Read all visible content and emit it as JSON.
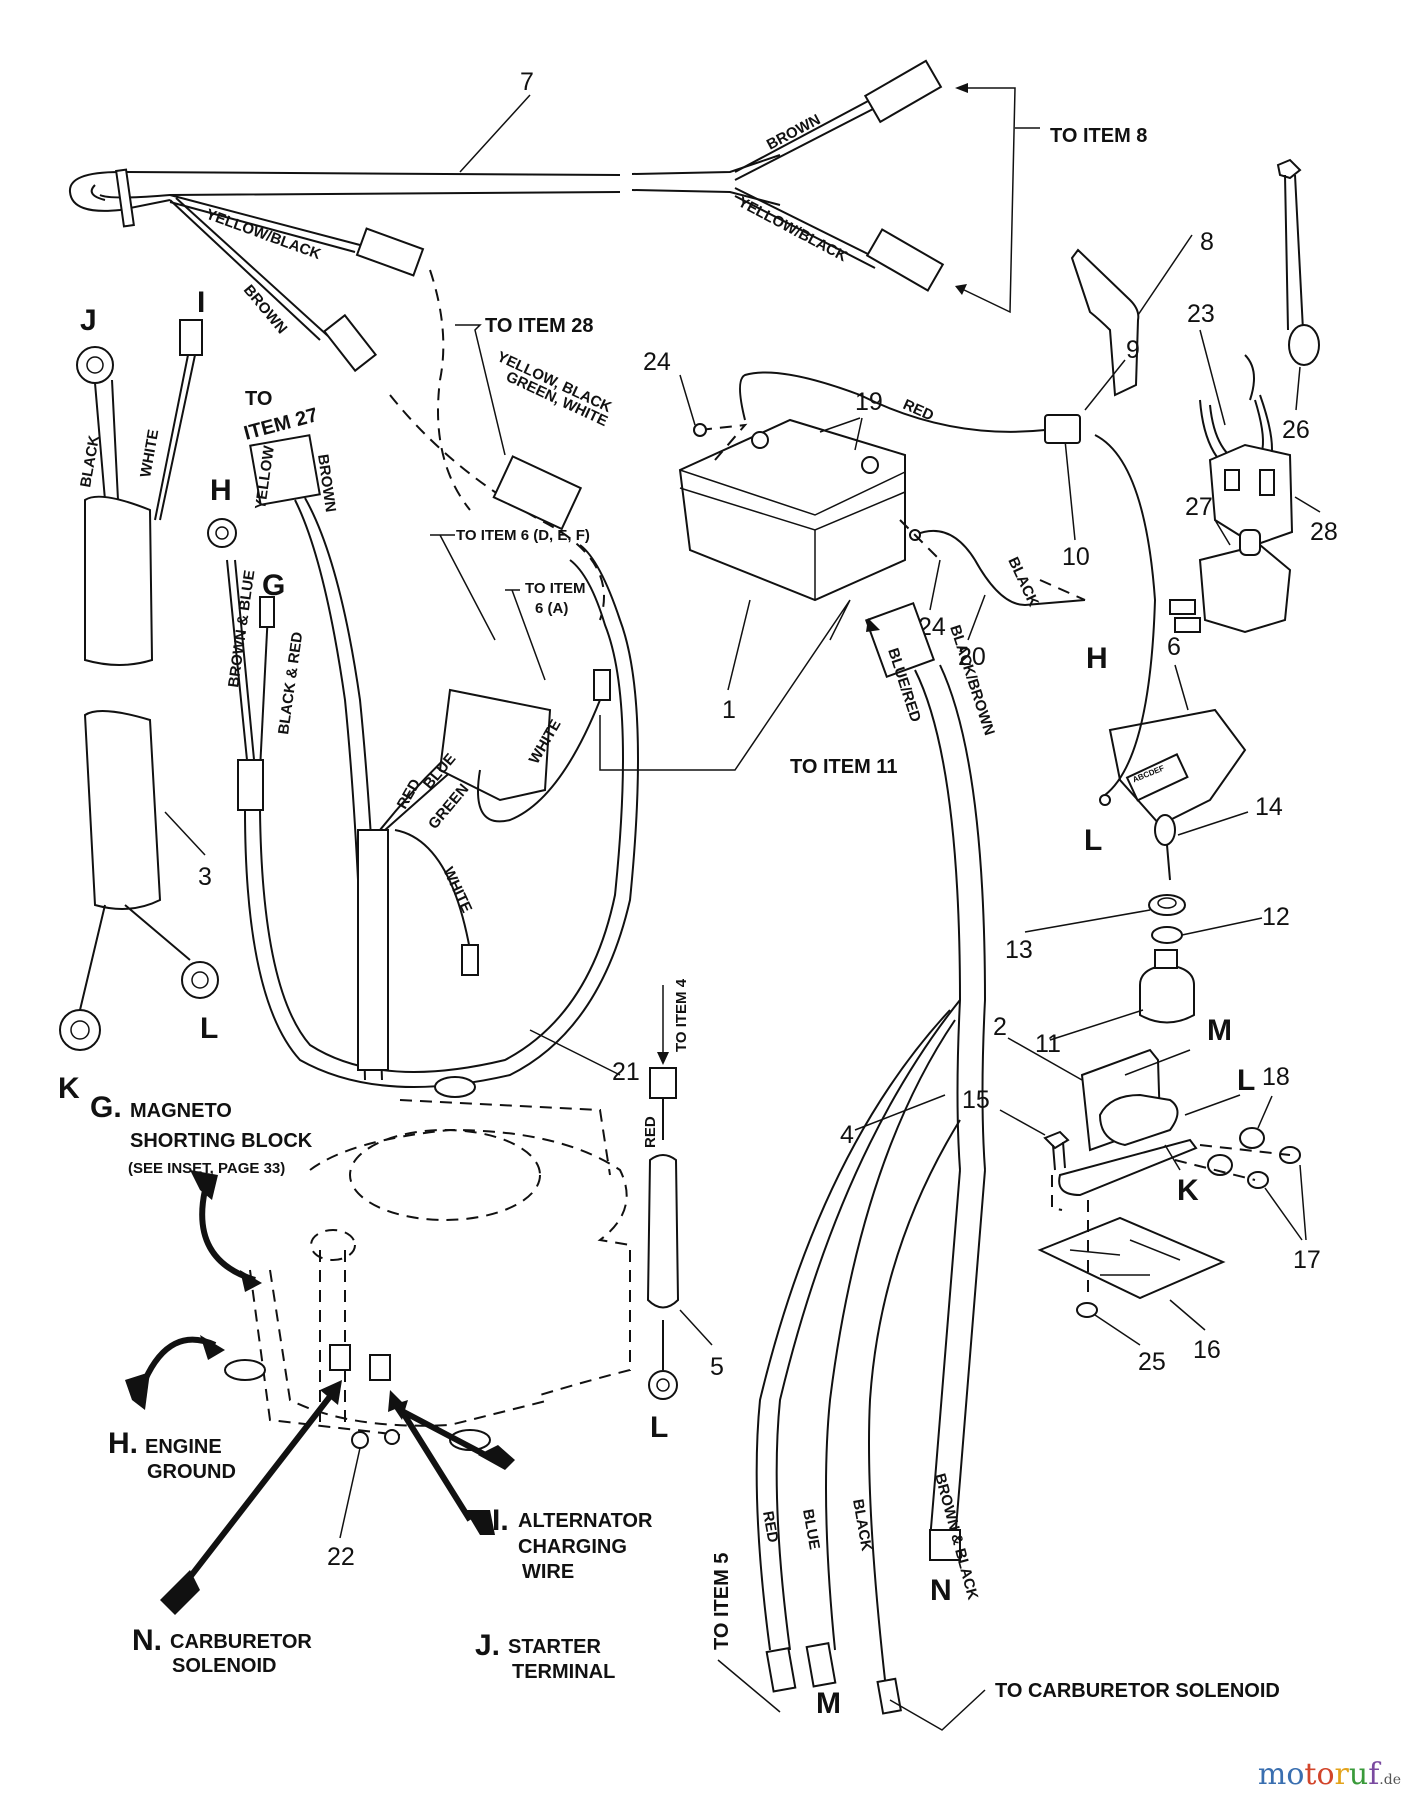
{
  "diagram": {
    "type": "parts-wiring-diagram",
    "item_numbers": {
      "n1": "1",
      "n2": "2",
      "n3": "3",
      "n4": "4",
      "n5": "5",
      "n6": "6",
      "n7": "7",
      "n8": "8",
      "n9": "9",
      "n10": "10",
      "n11": "11",
      "n12": "12",
      "n13": "13",
      "n14": "14",
      "n15": "15",
      "n16": "16",
      "n17": "17",
      "n18": "18",
      "n19": "19",
      "n20": "20",
      "n21": "21",
      "n22": "22",
      "n23": "23",
      "n24a": "24",
      "n24b": "24",
      "n25": "25",
      "n26": "26",
      "n27": "27",
      "n28": "28"
    },
    "terminal_letters": {
      "I": "I",
      "J": "J",
      "H1": "H",
      "G": "G",
      "K1": "K",
      "L1": "L",
      "H2": "H",
      "L2": "L",
      "L3": "L",
      "M1": "M",
      "L4": "L",
      "K2": "K",
      "M2": "M",
      "N": "N"
    },
    "wire_labels": {
      "brown_top": "BROWN",
      "yellow_black_top": "YELLOW/BLACK",
      "yellow_black_left": "YELLOW/BLACK",
      "brown_left": "BROWN",
      "black_3": "BLACK",
      "white_3": "WHITE",
      "yellow_27": "YELLOW",
      "brown_27": "BROWN",
      "brown_blue": "BROWN & BLUE",
      "black_red": "BLACK & RED",
      "red_6": "RED",
      "blue_6": "BLUE",
      "green_6": "GREEN",
      "white_6a": "WHITE",
      "white_6b": "WHITE",
      "yellow_black_green_white_1": "YELLOW, BLACK",
      "yellow_black_green_white_2": "GREEN, WHITE",
      "red_10": "RED",
      "black_20": "BLACK",
      "black_brown": "BLACK/BROWN",
      "blue_red": "BLUE/RED",
      "red_5": "RED",
      "red_4": "RED",
      "blue_4": "BLUE",
      "black_4": "BLACK",
      "brown_black_4": "BROWN & BLACK"
    },
    "callouts": {
      "to_item_8": "TO ITEM 8",
      "to_item_28": "TO ITEM 28",
      "to_item_27_a": "TO",
      "to_item_27_b": "ITEM 27",
      "to_item_6_def": "TO ITEM 6 (D, E, F)",
      "to_item_6_a1": "TO ITEM",
      "to_item_6_a2": "6 (A)",
      "to_item_11": "TO ITEM 11",
      "to_item_4": "TO ITEM 4",
      "to_item_5": "TO ITEM 5",
      "to_carb_solenoid": "TO CARBURETOR SOLENOID"
    },
    "engine_points": {
      "G_letter": "G.",
      "G_line1": "MAGNETO",
      "G_line2": "SHORTING BLOCK",
      "G_note": "(SEE INSET, PAGE 33)",
      "H_letter": "H.",
      "H_line1": "ENGINE",
      "H_line2": "GROUND",
      "I_letter": "I.",
      "I_line1": "ALTERNATOR",
      "I_line2": "CHARGING",
      "I_line3": "WIRE",
      "N_letter": "N.",
      "N_line1": "CARBURETOR",
      "N_line2": "SOLENOID",
      "J_letter": "J.",
      "J_line1": "STARTER",
      "J_line2": "TERMINAL"
    },
    "connector_pin_letters": "ABCDEF"
  },
  "watermark": {
    "m1": "mo",
    "m2": "to",
    "m3": "r",
    "m4": "u",
    "m5": "f",
    "suffix": ".de"
  }
}
